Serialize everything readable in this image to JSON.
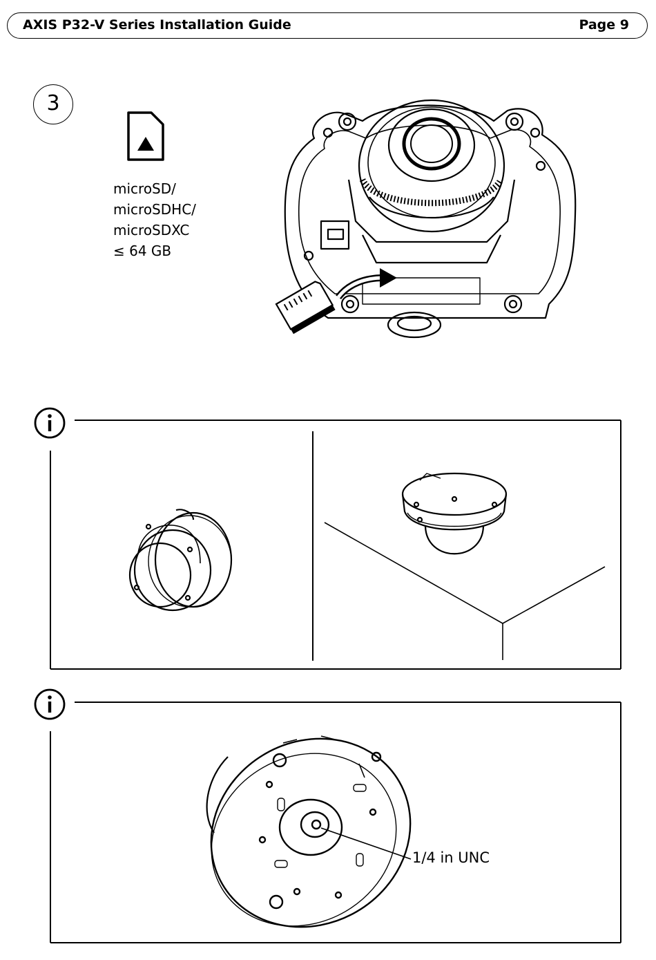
{
  "header": {
    "title": "AXIS P32-V Series Installation Guide",
    "page": "Page 9"
  },
  "step": {
    "number": "3",
    "card_lines": [
      "microSD/",
      "microSDHC/",
      "microSDXC",
      "≤ 64 GB"
    ]
  },
  "note2": {
    "callout": "1/4 in UNC"
  },
  "icons": [
    "microsd-card-icon",
    "info-icon",
    "info-icon"
  ]
}
